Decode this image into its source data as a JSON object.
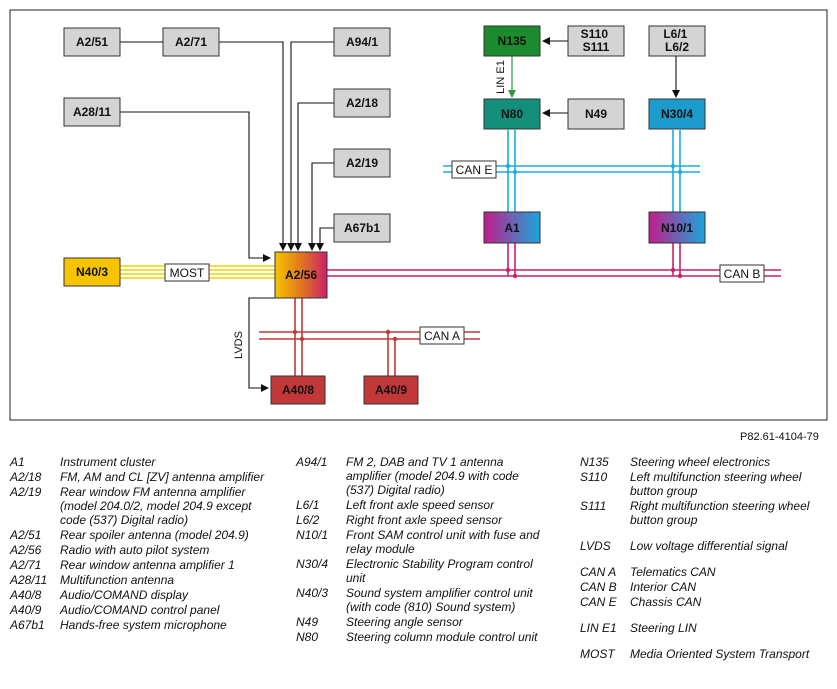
{
  "components": [
    {
      "id": "a251",
      "label": "A2/51"
    },
    {
      "id": "a271",
      "label": "A2/71"
    },
    {
      "id": "a941",
      "label": "A94/1"
    },
    {
      "id": "a2811",
      "label": "A28/11"
    },
    {
      "id": "a218",
      "label": "A2/18"
    },
    {
      "id": "a219",
      "label": "A2/19"
    },
    {
      "id": "a67b1",
      "label": "A67b1"
    },
    {
      "id": "n403",
      "label": "N40/3"
    },
    {
      "id": "a256",
      "label": "A2/56"
    },
    {
      "id": "a408",
      "label": "A40/8"
    },
    {
      "id": "a409",
      "label": "A40/9"
    },
    {
      "id": "n135",
      "label": "N135"
    },
    {
      "id": "s110",
      "label": "S110\nS111"
    },
    {
      "id": "l61",
      "label": "L6/1\nL6/2"
    },
    {
      "id": "n80",
      "label": "N80"
    },
    {
      "id": "n49",
      "label": "N49"
    },
    {
      "id": "n304",
      "label": "N30/4"
    },
    {
      "id": "a1",
      "label": "A1"
    },
    {
      "id": "n101",
      "label": "N10/1"
    }
  ],
  "bus_labels": {
    "most": "MOST",
    "can_a": "CAN A",
    "can_b": "CAN B",
    "can_e": "CAN E",
    "lvds": "LVDS",
    "lin_e1": "LIN E1"
  },
  "figure_ref": "P82.61-4104-79",
  "colors": {
    "box_gray": "#d4d4d4",
    "can_pink": "#cc1f6b",
    "most_yellow": "#f0d200",
    "can_cyan": "#16aee0",
    "lin_green": "#2a9a3a",
    "audio_red": "#c23838",
    "n403_yellow": "#f8c400",
    "n135_green": "#1c8a2e",
    "n80_teal": "#14907a",
    "n304_blue": "#1c9ccc"
  },
  "legend": {
    "col1": [
      {
        "code": "A1",
        "desc": "Instrument cluster"
      },
      {
        "code": "A2/18",
        "desc": "FM, AM and CL [ZV] antenna amplifier"
      },
      {
        "code": "A2/19",
        "desc": "Rear window FM antenna amplifier (model 204.0/2, model 204.9 except code (537) Digital radio)"
      },
      {
        "code": "A2/51",
        "desc": "Rear spoiler antenna (model 204.9)"
      },
      {
        "code": "A2/56",
        "desc": "Radio with auto pilot system"
      },
      {
        "code": "A2/71",
        "desc": "Rear window antenna amplifier 1"
      },
      {
        "code": "A28/11",
        "desc": "Multifunction antenna"
      },
      {
        "code": "A40/8",
        "desc": "Audio/COMAND display"
      },
      {
        "code": "A40/9",
        "desc": "Audio/COMAND control panel"
      },
      {
        "code": "A67b1",
        "desc": "Hands-free system microphone"
      }
    ],
    "col2": [
      {
        "code": "A94/1",
        "desc": "FM 2, DAB and TV 1 antenna amplifier (model 204.9 with code (537) Digital radio)"
      },
      {
        "code": "L6/1",
        "desc": "Left front axle speed sensor"
      },
      {
        "code": "L6/2",
        "desc": "Right front axle speed sensor"
      },
      {
        "code": "N10/1",
        "desc": "Front SAM control unit with fuse and relay module"
      },
      {
        "code": "N30/4",
        "desc": "Electronic Stability Program control unit"
      },
      {
        "code": "N40/3",
        "desc": "Sound system amplifier control unit (with code (810) Sound system)"
      },
      {
        "code": "N49",
        "desc": "Steering angle sensor"
      },
      {
        "code": "N80",
        "desc": "Steering column module control unit"
      }
    ],
    "col3": [
      {
        "code": "N135",
        "desc": "Steering wheel electronics"
      },
      {
        "code": "S110",
        "desc": "Left multifunction steering wheel button group"
      },
      {
        "code": "S111",
        "desc": "Right multifunction steering wheel button group"
      },
      {
        "code": "LVDS",
        "desc": "Low voltage differential signal"
      },
      {
        "code": "CAN A",
        "desc": "Telematics CAN"
      },
      {
        "code": "CAN B",
        "desc": "Interior CAN"
      },
      {
        "code": "CAN E",
        "desc": "Chassis CAN"
      },
      {
        "code": "LIN E1",
        "desc": "Steering LIN"
      },
      {
        "code": "MOST",
        "desc": "Media Oriented System Transport"
      }
    ]
  }
}
